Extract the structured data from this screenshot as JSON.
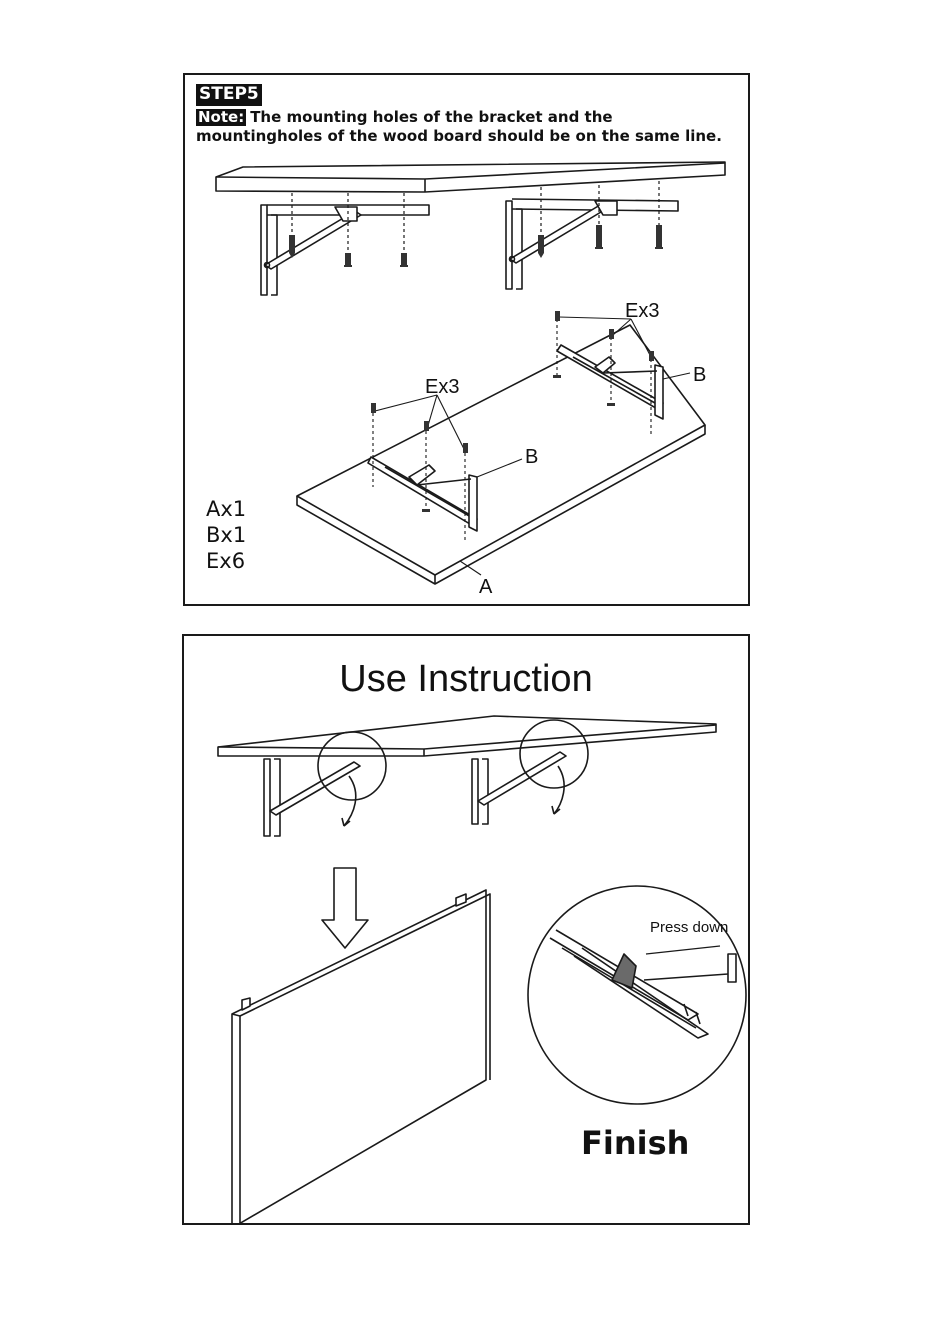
{
  "step": {
    "badge": "STEP5",
    "note_badge": "Note:",
    "note_text": "The mounting holes of the bracket and the mountingholes of the wood board should be on the same line.",
    "labels": {
      "e_left": "Ex3",
      "e_right": "Ex3",
      "b_left": "B",
      "b_right": "B",
      "a": "A"
    },
    "parts": [
      "Ax1",
      "Bx1",
      "Ex6"
    ]
  },
  "use": {
    "title": "Use Instruction",
    "press_label": "Press down",
    "finish": "Finish"
  }
}
